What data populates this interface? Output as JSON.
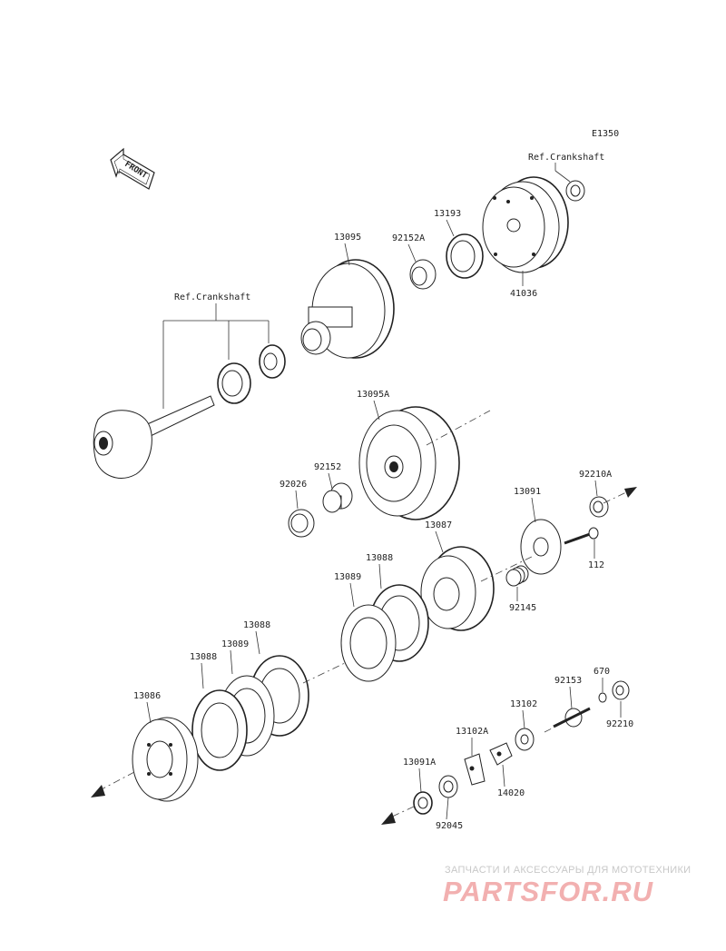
{
  "diagram_code": "E1350",
  "front_label": "FRONT",
  "ref_crankshaft_top": "Ref.Crankshaft",
  "ref_crankshaft_left": "Ref.Crankshaft",
  "parts": {
    "p13095": "13095",
    "p92152A": "92152A",
    "p13193": "13193",
    "p41036": "41036",
    "p13095A": "13095A",
    "p92152": "92152",
    "p92026": "92026",
    "p13091": "13091",
    "p92210A": "92210A",
    "p112": "112",
    "p13087": "13087",
    "p92145": "92145",
    "p13088a": "13088",
    "p13089a": "13089",
    "p13088b": "13088",
    "p13089b": "13089",
    "p13088c": "13088",
    "p13086": "13086",
    "p670": "670",
    "p92153": "92153",
    "p13102": "13102",
    "p92210": "92210",
    "p13102A": "13102A",
    "p14020": "14020",
    "p13091A": "13091A",
    "p92045": "92045"
  },
  "watermark": {
    "tagline": "ЗАПЧАСТИ И АКСЕССУАРЫ ДЛЯ МОТОТЕХНИКИ",
    "logo": "PARTSFOR.RU"
  }
}
